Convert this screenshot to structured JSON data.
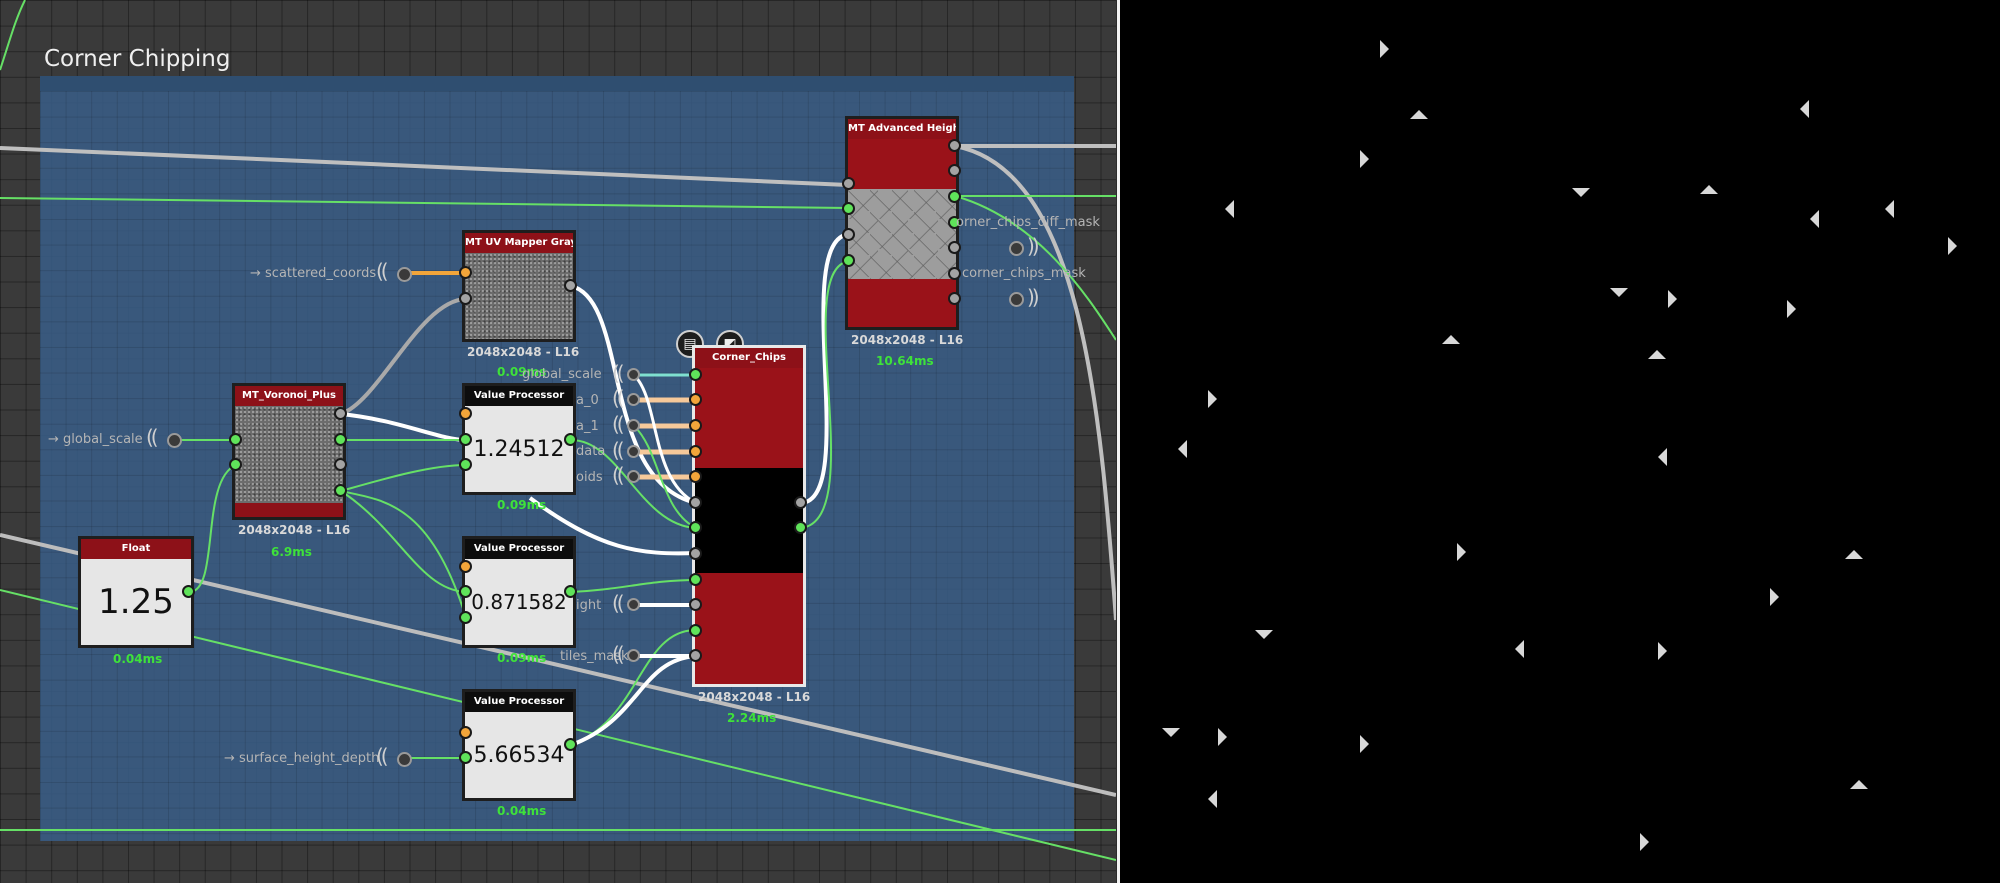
{
  "frame": {
    "title": "Corner Chipping"
  },
  "inputs": {
    "scattered_coords": "→ scattered_coords",
    "global_scale": "→ global_scale",
    "surface_height_depth": "→ surface_height_depth"
  },
  "nodes": {
    "uv_mapper": {
      "title": "MT UV Mapper Grayscale",
      "resolution": "2048x2048 - L16",
      "timing": "0.09ms"
    },
    "voronoi": {
      "title": "MT_Voronoi_Plus",
      "resolution": "2048x2048 - L16",
      "timing": "6.9ms"
    },
    "float": {
      "title": "Float",
      "value": "1.25",
      "timing": "0.04ms"
    },
    "vp1": {
      "title": "Value Processor",
      "value": "1.24512",
      "timing": "0.09ms"
    },
    "vp2": {
      "title": "Value Processor",
      "value": "0.871582",
      "timing": "0.09ms"
    },
    "vp3": {
      "title": "Value Processor",
      "value": "5.66534",
      "timing": "0.04ms"
    },
    "corner_chips": {
      "title": "Corner_Chips",
      "resolution": "2048x2048 - L16",
      "timing": "2.24ms",
      "port_labels": [
        "global_scale",
        "a_0",
        "a_1",
        "data",
        "oids",
        "ight",
        "tiles_mask"
      ]
    },
    "height_blend": {
      "title": "MT Advanced Height B...",
      "resolution": "2048x2048 - L16",
      "timing": "10.64ms",
      "outputs": [
        "orner_chips_diff_mask",
        "corner_chips_mask"
      ]
    }
  },
  "colors": {
    "frame": "#395c85",
    "node_header": "#8d1118",
    "port_green": "#5fe35a",
    "port_orange": "#f2a53a",
    "timing": "#3ee23a"
  },
  "icons": [
    "document-icon",
    "checker-icon",
    "broadcast-icon"
  ]
}
